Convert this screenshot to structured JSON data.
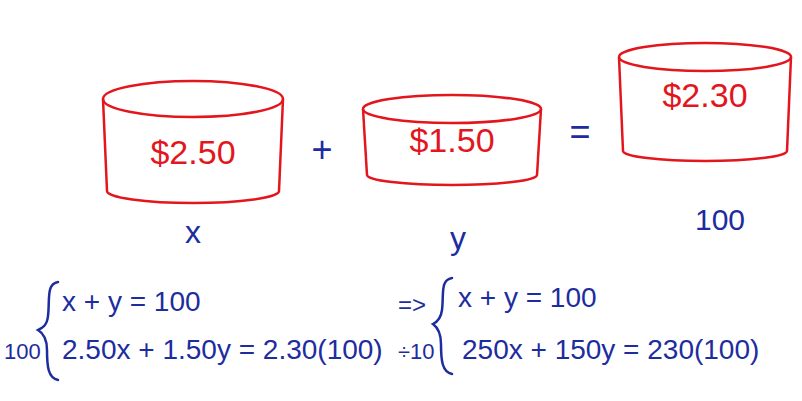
{
  "diagram": {
    "nodes": [
      {
        "text": [
          "$2.50"
        ]
      },
      {
        "text": [
          "$1.50"
        ]
      },
      {
        "text": [
          "$2.30"
        ]
      }
    ],
    "labels": [
      "+",
      "=",
      "x",
      "y",
      "100",
      "x + y = 100",
      "100",
      "2.50x + 1.50y = 2.30(100)",
      "=>",
      "x + y = 100",
      "÷10",
      "250x + 150y = 230(100)"
    ]
  }
}
